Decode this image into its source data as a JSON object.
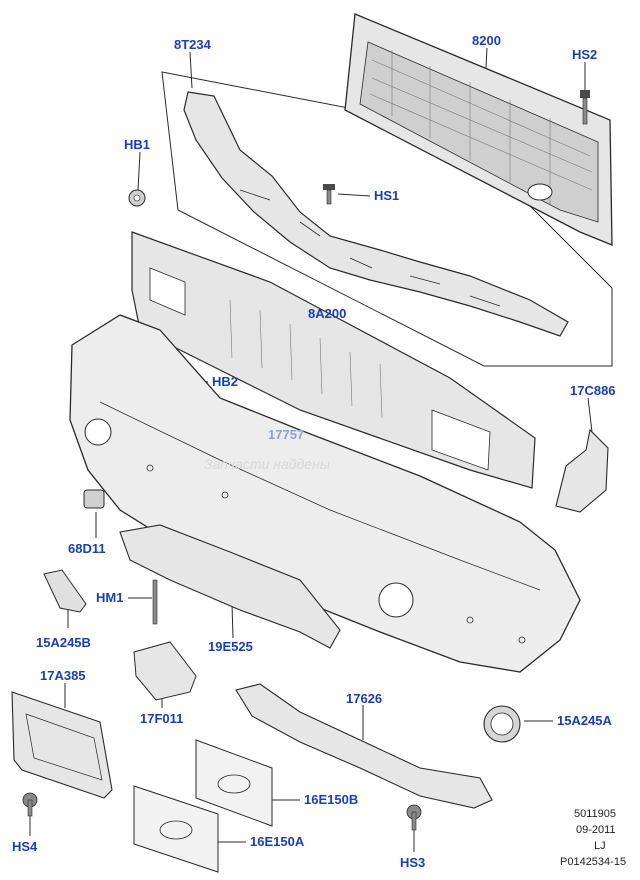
{
  "colors": {
    "callout": "#1a3fb5",
    "part_fill": "#e6e6e6",
    "part_stroke": "#2a2a2a"
  },
  "callouts": {
    "p8T234": "8T234",
    "p8200": "8200",
    "pHS2": "HS2",
    "pHB1": "HB1",
    "pHS1": "HS1",
    "p8A200": "8A200",
    "pHB2": "HB2",
    "p17C886": "17C886",
    "p17757": "17757",
    "p68D11": "68D11",
    "pHM1": "HM1",
    "p15A245B": "15A245B",
    "p19E525": "19E525",
    "p17A385": "17A385",
    "p17F011": "17F011",
    "p17626": "17626",
    "p15A245A": "15A245A",
    "p16E150B": "16E150B",
    "p16E150A": "16E150A",
    "pHS4": "HS4",
    "pHS3": "HS3"
  },
  "footer": {
    "line1": "5011905",
    "line2": "09-2011",
    "line3": "LJ",
    "line4": "P0142534-15"
  },
  "watermark": {
    "subtitle": "Запчасти найдены"
  }
}
